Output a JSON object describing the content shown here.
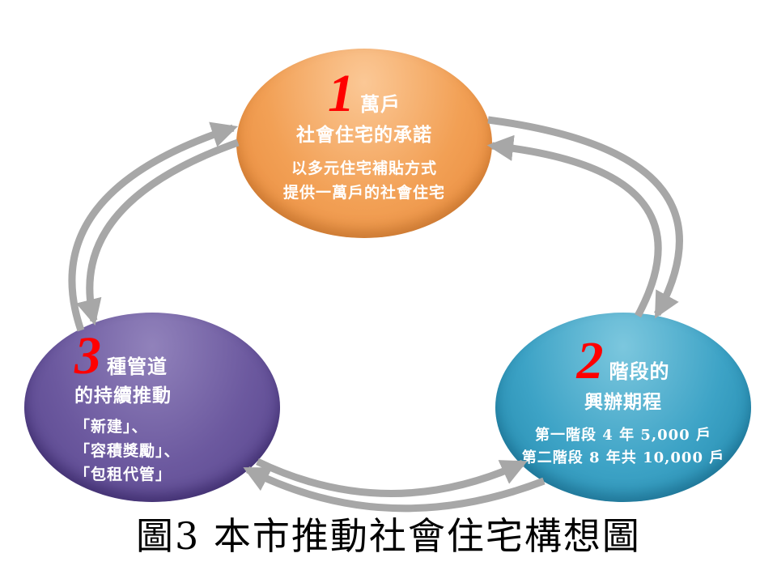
{
  "diagram": {
    "caption": "圖3 本市推動社會住宅構想圖",
    "colors": {
      "node1_orange": "#EF9346",
      "node2_blue": "#2F9EC4",
      "node3_purple": "#66539B",
      "arrow_gray": "#A7A7A7",
      "number_red": "#FF0000",
      "text_white": "#FFFFFF"
    },
    "nodes": [
      {
        "number": "1",
        "title": "萬戶",
        "subtitle": "社會住宅的承諾",
        "lines": [
          "以多元住宅補貼方式",
          "提供一萬戶的社會住宅"
        ]
      },
      {
        "number": "2",
        "title": "階段的",
        "subtitle": "興辦期程",
        "lines": [
          "第一階段 4 年 5,000 戶",
          "第二階段 8 年共 10,000 戶"
        ]
      },
      {
        "number": "3",
        "title": "種管道",
        "subtitle": "的持續推動",
        "lines": [
          "「新建」、",
          "「容積獎勵」、",
          "「包租代管」"
        ]
      }
    ]
  }
}
